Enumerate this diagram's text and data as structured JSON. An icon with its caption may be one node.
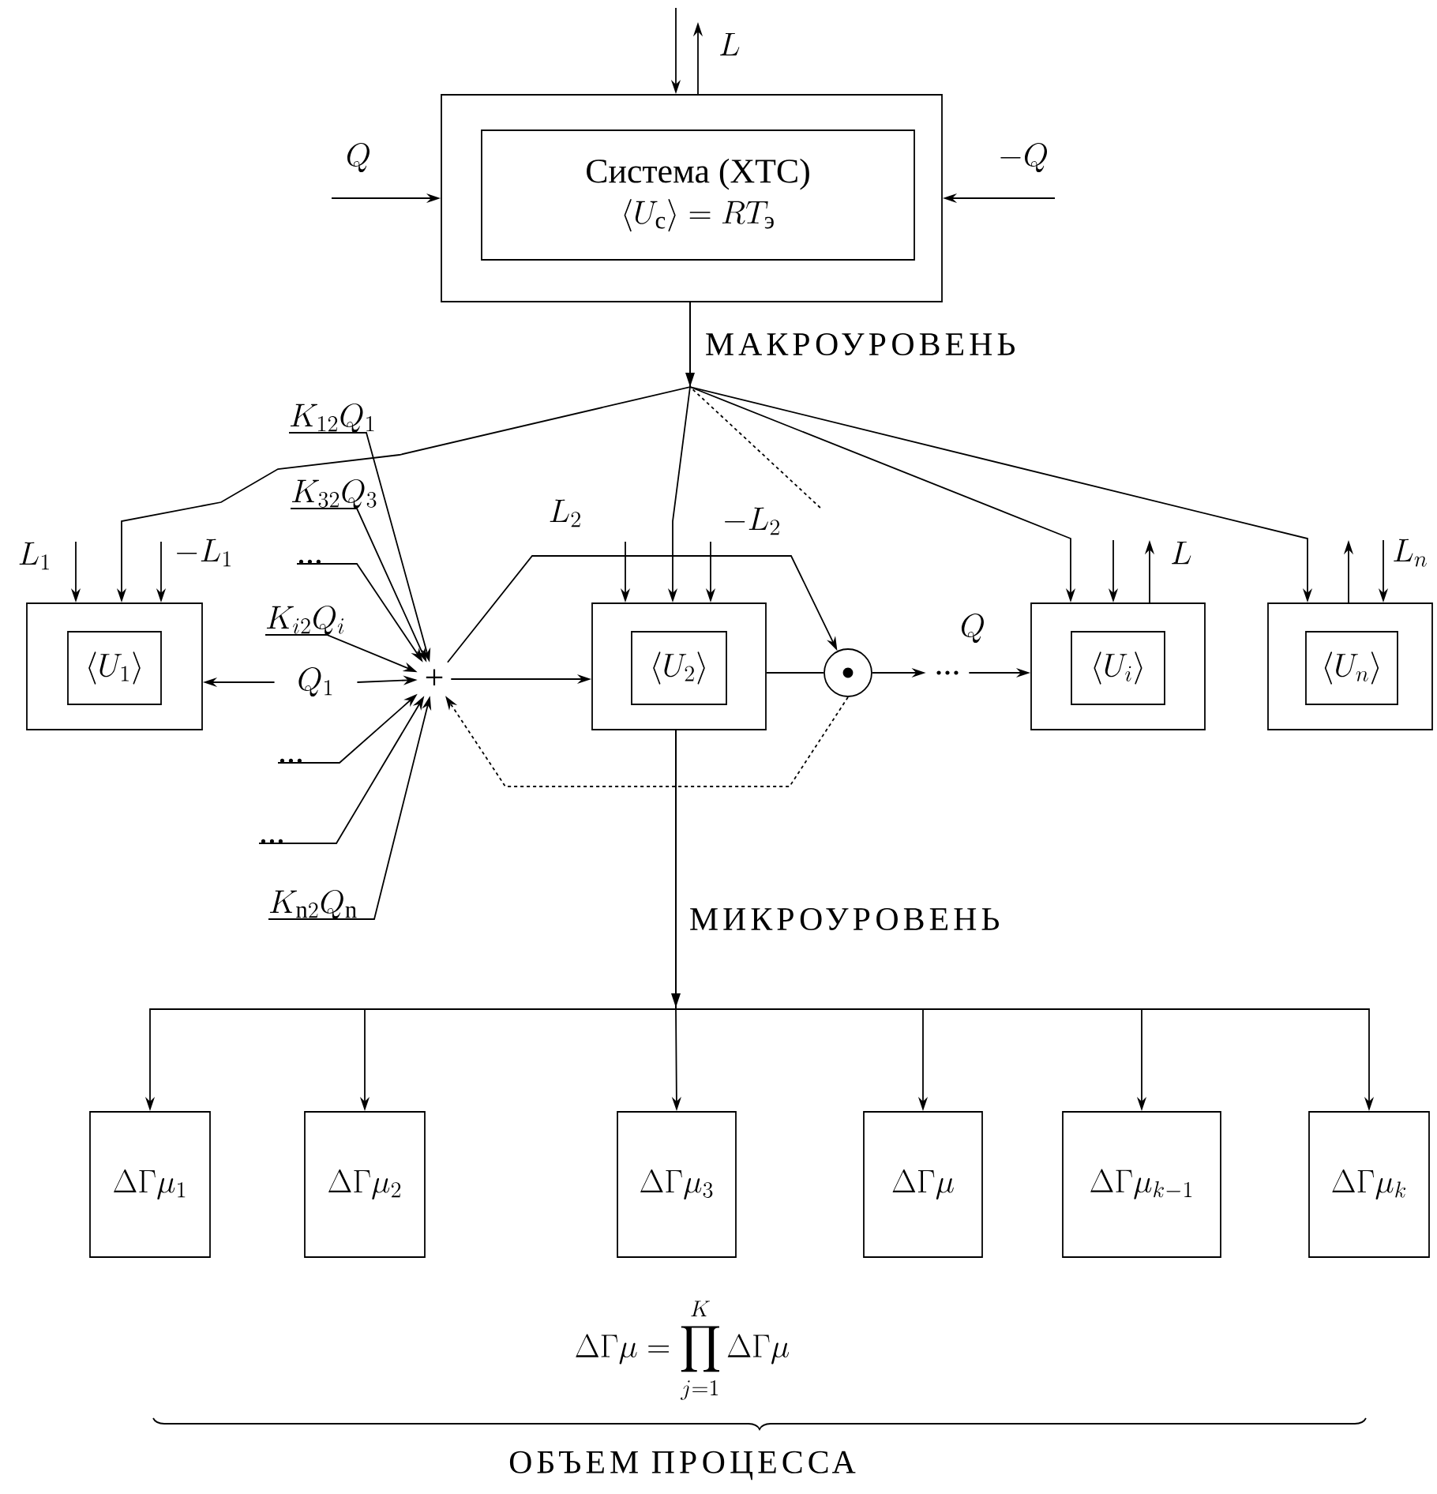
{
  "diagram": {
    "nodes": [
      {
        "text": [],
        "shape": "box"
      },
      {
        "text": [
          "Система (ХТС)",
          "\\langle U_{\\text{с}}\\rangle = RT_{\\text{э}}"
        ],
        "in": 0
      },
      {
        "text": [],
        "shape": "box"
      },
      {
        "text": [
          "\\langle U_1\\rangle"
        ],
        "in": 2
      },
      {
        "text": [],
        "shape": "box"
      },
      {
        "text": [
          "\\langle U_2\\rangle"
        ],
        "in": 4
      },
      {
        "text": [],
        "shape": "box"
      },
      {
        "text": [
          "\\langle U_i\\rangle"
        ],
        "in": 6
      },
      {
        "text": [],
        "shape": "box"
      },
      {
        "text": [
          "\\langle U_n\\rangle"
        ],
        "in": 8
      },
      {
        "text": [
          "K_{12}Q_1"
        ]
      },
      {
        "text": [
          "K_{32}Q_3"
        ]
      },
      {
        "text": [
          "..."
        ]
      },
      {
        "text": [
          "K_{i2}Q_i"
        ]
      },
      {
        "text": [
          "..."
        ]
      },
      {
        "text": [
          "..."
        ]
      },
      {
        "text": [
          "K_{\\mathrm{n}2}Q_{\\mathrm{n}}"
        ]
      },
      {
        "text": [
          "Q_1"
        ]
      },
      {
        "text": [
          "+"
        ]
      },
      {
        "text": [],
        "shape": "circle"
      },
      {
        "text": [
          "..."
        ]
      },
      {
        "text": [
          "\\Delta\\Gamma\\mu_1"
        ]
      },
      {
        "text": [
          "\\Delta\\Gamma\\mu_2"
        ]
      },
      {
        "text": [
          "\\Delta\\Gamma\\mu_3"
        ]
      },
      {
        "text": [
          "\\Delta\\Gamma\\mu"
        ]
      },
      {
        "text": [
          "\\Delta\\Gamma\\mu_{k-1}"
        ]
      },
      {
        "text": [
          "\\Delta\\Gamma\\mu_k"
        ]
      }
    ],
    "edges": [
      {
        "from": null,
        "to": 0,
        "arrow": "to"
      },
      {
        "from": 0,
        "to": null,
        "arrow": "to",
        "label": "L"
      },
      {
        "from": null,
        "to": 0,
        "arrow": "to",
        "label": "Q"
      },
      {
        "from": null,
        "to": 0,
        "arrow": "to",
        "label": "-Q"
      },
      {
        "from": 0,
        "to": 2,
        "arrow": "to"
      },
      {
        "from": 0,
        "to": 4,
        "arrow": "to"
      },
      {
        "from": 0,
        "to": null,
        "arrow": "none",
        "style": "dashed"
      },
      {
        "from": 0,
        "to": 6,
        "arrow": "to"
      },
      {
        "from": 0,
        "to": 8,
        "arrow": "to"
      },
      {
        "from": null,
        "to": 2,
        "arrow": "to",
        "label": "L_1"
      },
      {
        "from": null,
        "to": 2,
        "arrow": "to",
        "label": "-L_1"
      },
      {
        "from": null,
        "to": 4,
        "arrow": "to",
        "label": "L_2"
      },
      {
        "from": null,
        "to": 4,
        "arrow": "to",
        "label": "-L_2"
      },
      {
        "from": null,
        "to": 6,
        "arrow": "to"
      },
      {
        "from": 6,
        "to": null,
        "arrow": "to",
        "label": "L"
      },
      {
        "from": 8,
        "to": null,
        "arrow": "to"
      },
      {
        "from": null,
        "to": 8,
        "arrow": "to",
        "label": "L_n"
      },
      {
        "from": 10,
        "to": 18,
        "arrow": "to"
      },
      {
        "from": 11,
        "to": 18,
        "arrow": "to"
      },
      {
        "from": 12,
        "to": 18,
        "arrow": "to"
      },
      {
        "from": 13,
        "to": 18,
        "arrow": "to"
      },
      {
        "from": 14,
        "to": 18,
        "arrow": "to"
      },
      {
        "from": 15,
        "to": 18,
        "arrow": "to"
      },
      {
        "from": 16,
        "to": 18,
        "arrow": "to"
      },
      {
        "from": 17,
        "to": 2,
        "arrow": "to"
      },
      {
        "from": 17,
        "to": 18,
        "arrow": "to"
      },
      {
        "from": 18,
        "to": 4,
        "arrow": "to"
      },
      {
        "from": 18,
        "to": 19,
        "arrow": "to"
      },
      {
        "from": 4,
        "to": 19,
        "arrow": "none"
      },
      {
        "from": 19,
        "to": 20,
        "arrow": "to"
      },
      {
        "from": 20,
        "to": 6,
        "arrow": "to",
        "label": "Q"
      },
      {
        "from": 19,
        "to": 18,
        "arrow": "to",
        "style": "dashed"
      },
      {
        "from": 4,
        "to": 21,
        "arrow": "to"
      },
      {
        "from": 4,
        "to": 22,
        "arrow": "to"
      },
      {
        "from": 4,
        "to": 23,
        "arrow": "to"
      },
      {
        "from": 4,
        "to": 24,
        "arrow": "to"
      },
      {
        "from": 4,
        "to": 25,
        "arrow": "to"
      },
      {
        "from": 4,
        "to": 26,
        "arrow": "to"
      }
    ],
    "labels": [
      "МАКРОУРОВЕНЬ",
      "МИКРОУРОВЕНЬ",
      "\\Delta\\Gamma\\mu = \\prod_{j=1}^{K}\\Delta\\Gamma\\mu",
      "ОБЪЕМ ПРОЦЕССА"
    ]
  }
}
